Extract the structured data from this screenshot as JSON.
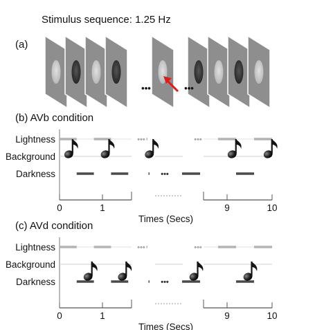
{
  "title": "Stimulus sequence: 1.25 Hz",
  "panel_a": {
    "label": "(a)",
    "frames_group1": [
      "light",
      "dark",
      "light",
      "dark"
    ],
    "frames_group2": [
      "light"
    ],
    "frames_group3": [
      "dark",
      "light",
      "dark",
      "light"
    ],
    "ellipsis": "•••",
    "arrow_color": "#e01b1b"
  },
  "panel_b": {
    "title": "(b)   AVb condition",
    "rows": [
      "Lightness",
      "Background",
      "Darkness"
    ],
    "xticks": [
      "0",
      "1",
      "9",
      "10"
    ],
    "xlabel": "Times (Secs)",
    "ellipsis": "•••",
    "sound_on": "lightness"
  },
  "panel_c": {
    "title": "(c)   AVd condition",
    "rows": [
      "Lightness",
      "Background",
      "Darkness"
    ],
    "xticks": [
      "0",
      "1",
      "9",
      "10"
    ],
    "xlabel": "Times (Secs)",
    "ellipsis": "•••",
    "sound_on": "darkness"
  },
  "colors": {
    "light_bar": "#b3b3b3",
    "dark_bar": "#4a4a4a",
    "frame_fill": "#8e8e8e",
    "light_oval": "#c9c9c9",
    "dark_oval": "#3a3a3a",
    "note": "#141414"
  },
  "chart_data": [
    {
      "type": "timeline",
      "title": "(b)   AVb condition",
      "xlabel": "Times (Secs)",
      "xlim": [
        0,
        10
      ],
      "lightness_segments": [
        [
          0,
          0.4
        ],
        [
          0.8,
          1.2
        ],
        [
          2.4,
          2.8
        ],
        [
          8.8,
          9.2
        ],
        [
          9.6,
          10
        ]
      ],
      "darkness_segments": [
        [
          0.4,
          0.8
        ],
        [
          1.2,
          1.6
        ],
        [
          3.2,
          3.6
        ],
        [
          8.0,
          8.4
        ],
        [
          9.2,
          9.6
        ]
      ],
      "sound_times": [
        0.15,
        1.0,
        2.45,
        9.05,
        9.85
      ]
    },
    {
      "type": "timeline",
      "title": "(c)   AVd condition",
      "xlabel": "Times (Secs)",
      "xlim": [
        0,
        10
      ],
      "lightness_segments": [
        [
          0,
          0.4
        ],
        [
          0.8,
          1.2
        ],
        [
          2.4,
          2.8
        ],
        [
          8.8,
          9.2
        ],
        [
          9.6,
          10
        ]
      ],
      "darkness_segments": [
        [
          0.4,
          0.8
        ],
        [
          1.2,
          1.6
        ],
        [
          3.2,
          3.6
        ],
        [
          8.0,
          8.4
        ],
        [
          9.2,
          9.6
        ]
      ],
      "sound_times": [
        0.6,
        1.4,
        8.2,
        9.4
      ]
    }
  ]
}
